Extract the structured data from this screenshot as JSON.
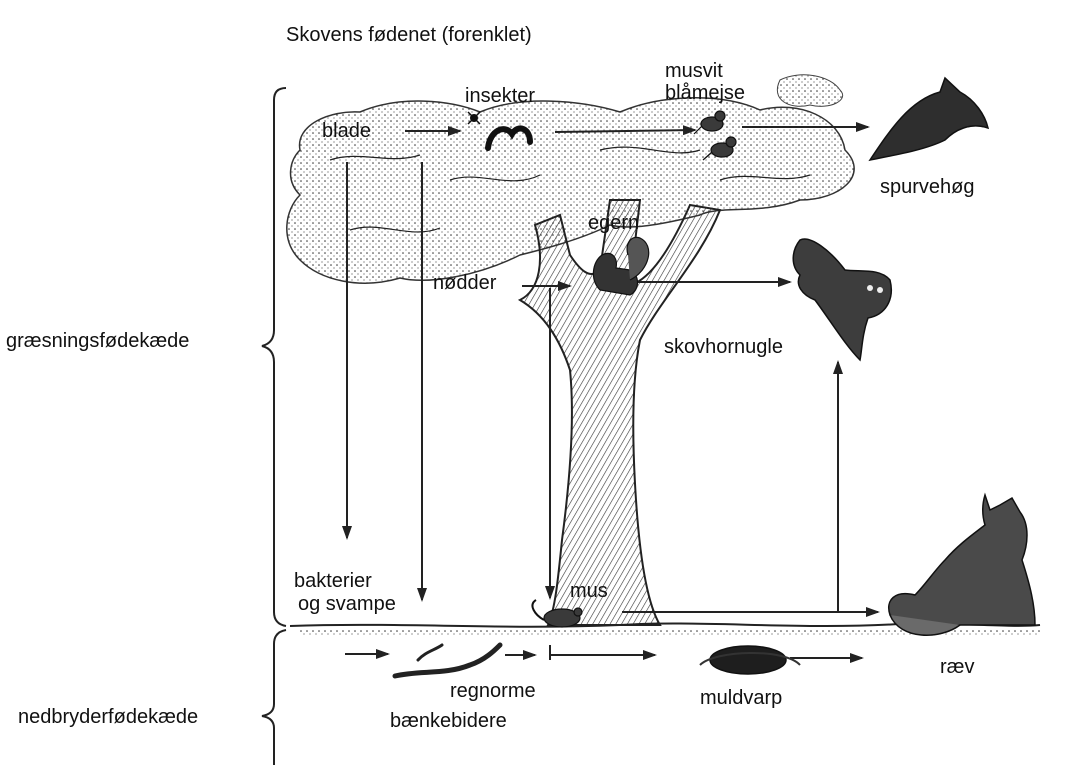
{
  "title": "Skovens fødenet (forenklet)",
  "chains": {
    "grazing": "græsningsfødekæde",
    "decomposer": "nedbryderfødekæde"
  },
  "organisms": {
    "blade": "blade",
    "insekter": "insekter",
    "birds_line1": "musvit",
    "birds_line2": "blåmejse",
    "spurvehog": "spurvehøg",
    "egern": "egern",
    "nodder": "nødder",
    "skovhornugle": "skovhornugle",
    "bakterier_line1": "bakterier",
    "bakterier_line2": "og svampe",
    "mus": "mus",
    "regnorme": "regnorme",
    "baenkebidere": "bænkebidere",
    "muldvarp": "muldvarp",
    "raev": "ræv"
  },
  "icons": [
    "tree-icon",
    "leaf-canopy",
    "caterpillar-icon",
    "songbird-icon",
    "hawk-icon",
    "squirrel-icon",
    "owl-icon",
    "mouse-icon",
    "fox-icon",
    "earthworm-icon",
    "mole-icon"
  ]
}
